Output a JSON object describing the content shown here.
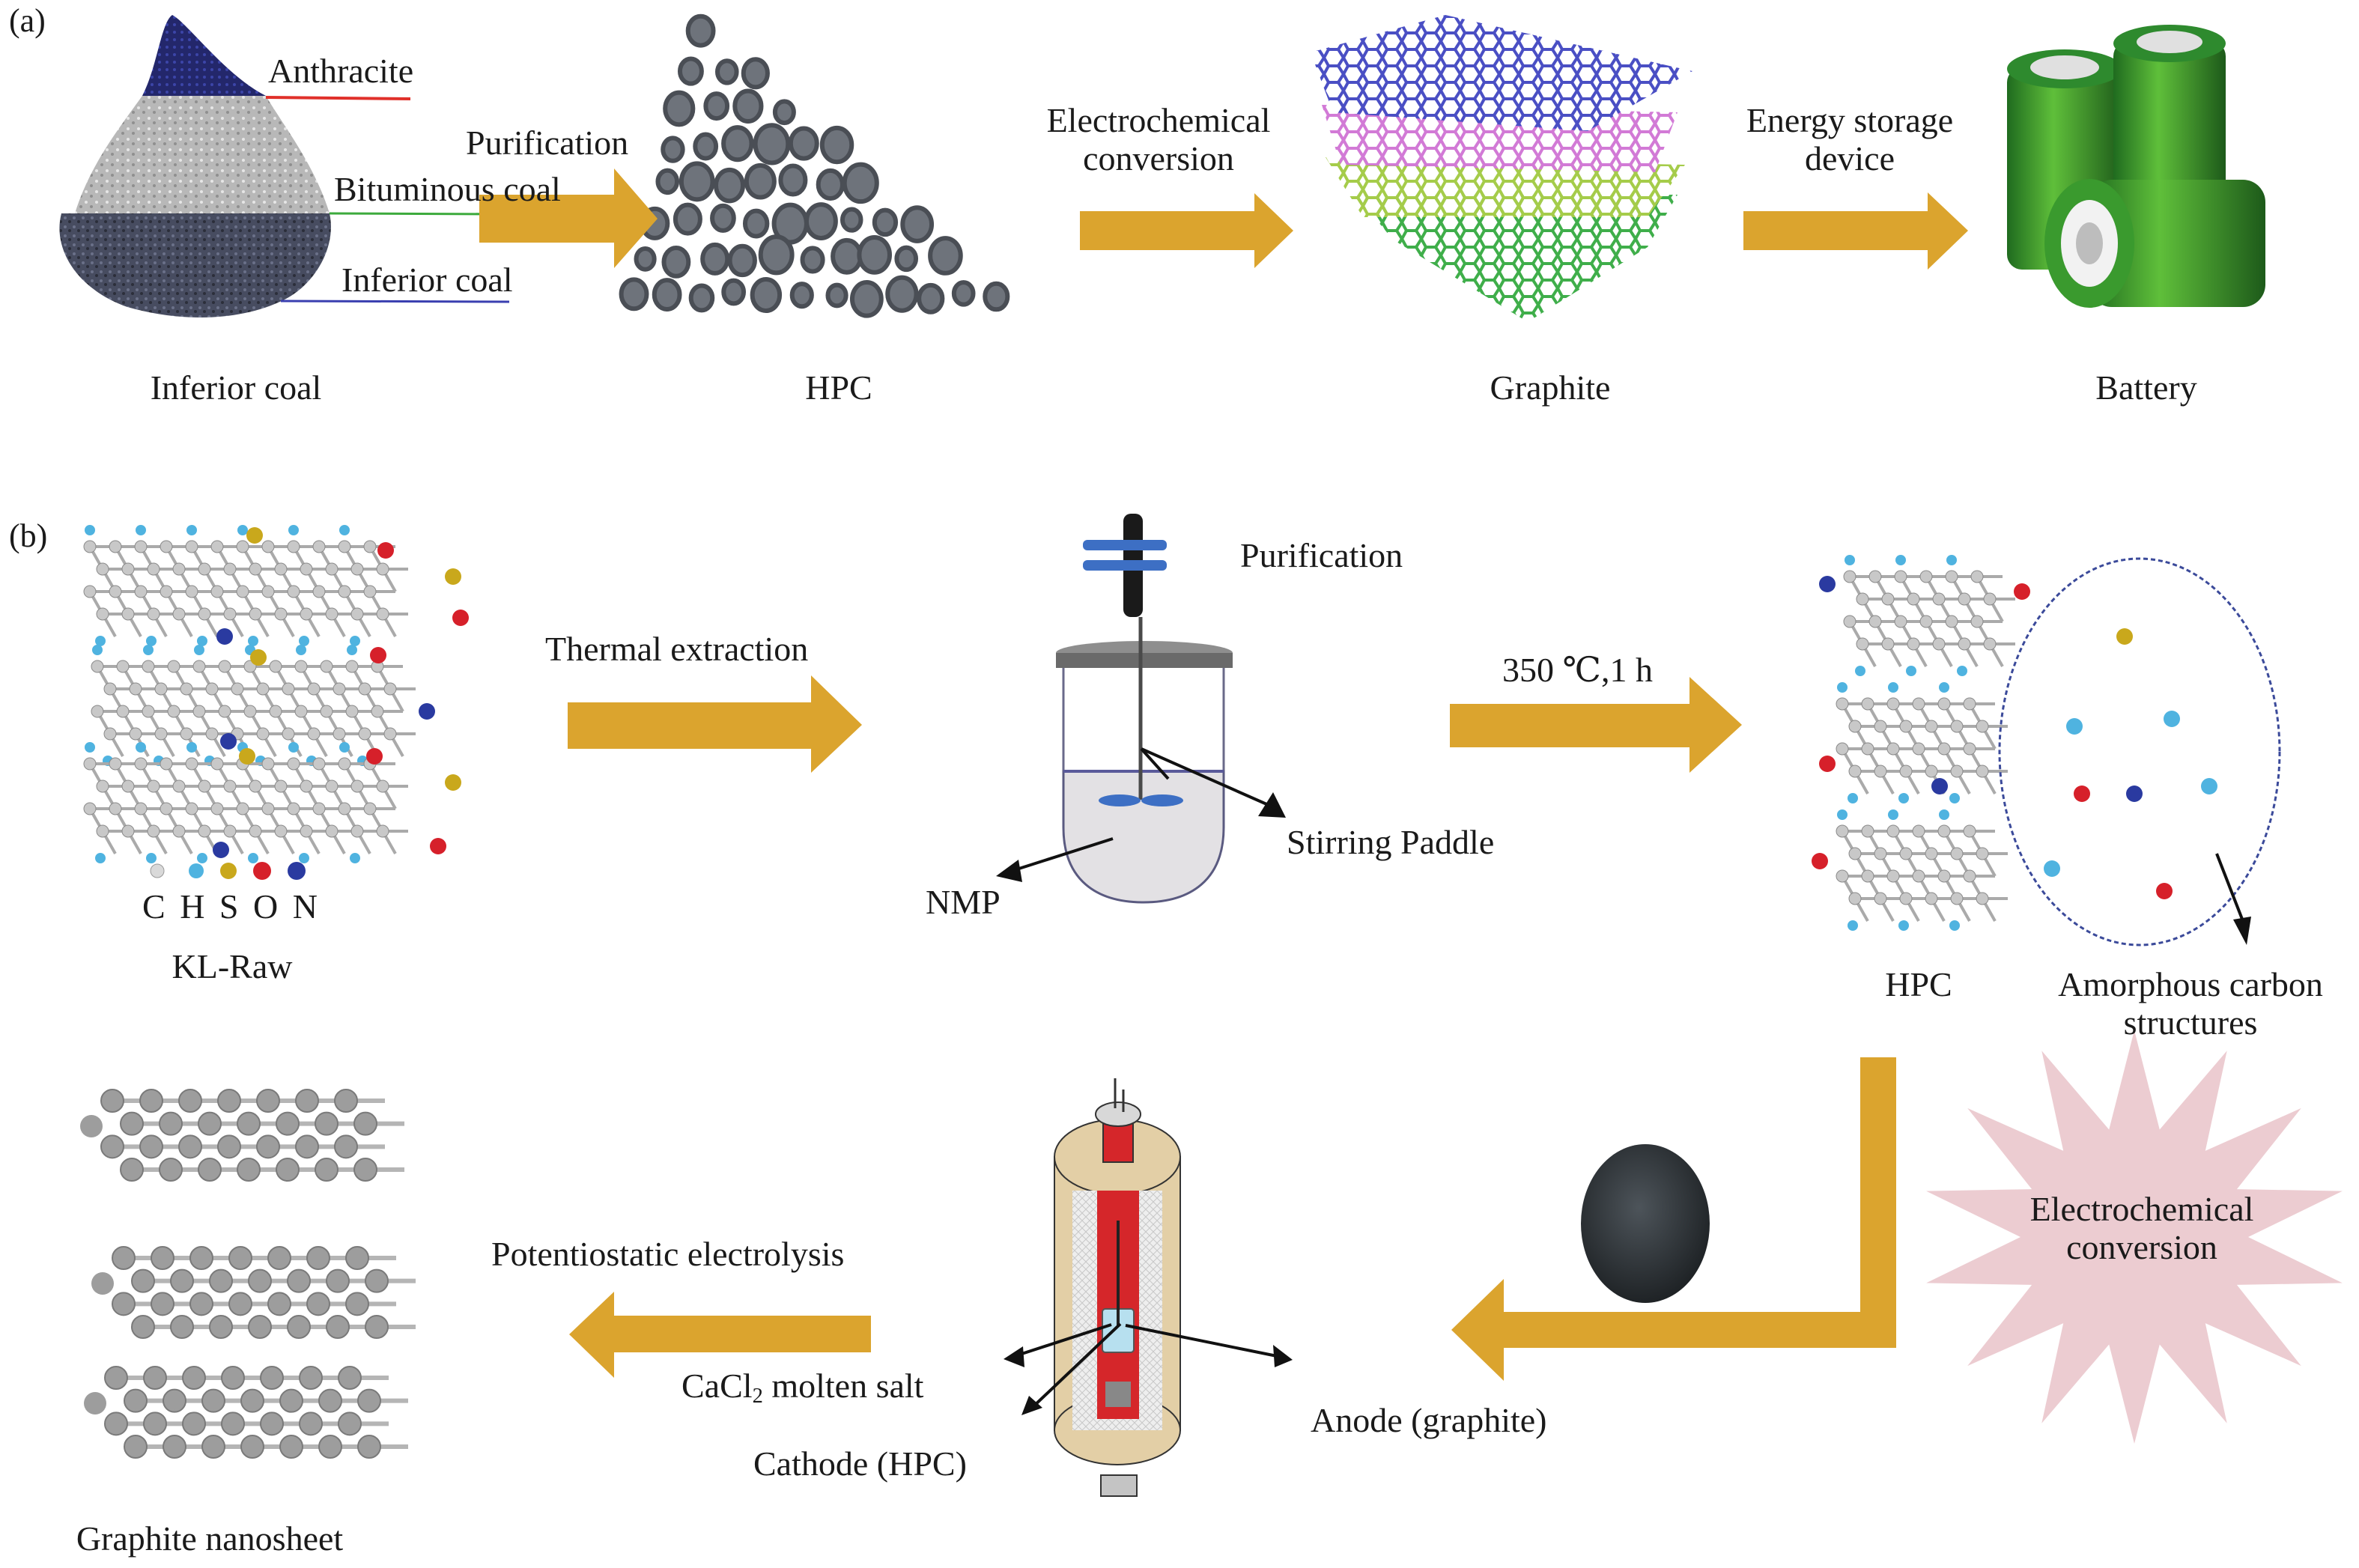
{
  "panel_a": {
    "label": "(a)",
    "coal_layers": {
      "top": "Anthracite",
      "middle": "Bituminous coal",
      "bottom": "Inferior coal"
    },
    "stages": [
      {
        "id": "inferior-coal",
        "caption": "Inferior coal"
      },
      {
        "id": "hpc",
        "caption": "HPC"
      },
      {
        "id": "graphite",
        "caption": "Graphite"
      },
      {
        "id": "battery",
        "caption": "Battery"
      }
    ],
    "arrows": [
      {
        "label": "Purification"
      },
      {
        "label_line1": "Electrochemical",
        "label_line2": "conversion"
      },
      {
        "label_line1": "Energy storage",
        "label_line2": "device"
      }
    ]
  },
  "panel_b": {
    "label": "(b)",
    "kl_raw": {
      "caption": "KL-Raw",
      "legend": [
        {
          "element": "C",
          "color": "#d9d9d9"
        },
        {
          "element": "H",
          "color": "#4fb3e0"
        },
        {
          "element": "S",
          "color": "#c9a81c"
        },
        {
          "element": "O",
          "color": "#d6202a"
        },
        {
          "element": "N",
          "color": "#2a3aa0"
        }
      ]
    },
    "arrow_thermal": "Thermal extraction",
    "reactor": {
      "title": "Purification",
      "paddle": "Stirring Paddle",
      "solvent": "NMP"
    },
    "arrow_heat": "350 ℃,1 h",
    "hpc": {
      "caption": "HPC",
      "amorphous_line1": "Amorphous carbon",
      "amorphous_line2": "structures"
    },
    "burst": {
      "line1": "Electrochemical",
      "line2": "conversion"
    },
    "electrolysis_cell": {
      "salt_prefix": "CaCl",
      "salt_sub": "2",
      "salt_suffix": " molten salt",
      "cathode": "Cathode (HPC)",
      "anode": "Anode (graphite)"
    },
    "arrow_electrolysis": "Potentiostatic electrolysis",
    "product": "Graphite nanosheet"
  },
  "colors": {
    "arrow": "#DBA42E",
    "anthracite": "#2b2f7a",
    "bituminous": "#bdbdbd",
    "inferior": "#4a4f63",
    "burst": "#ecccd1",
    "furnace_shell": "#e3cfa6",
    "furnace_core": "#d5262a"
  }
}
